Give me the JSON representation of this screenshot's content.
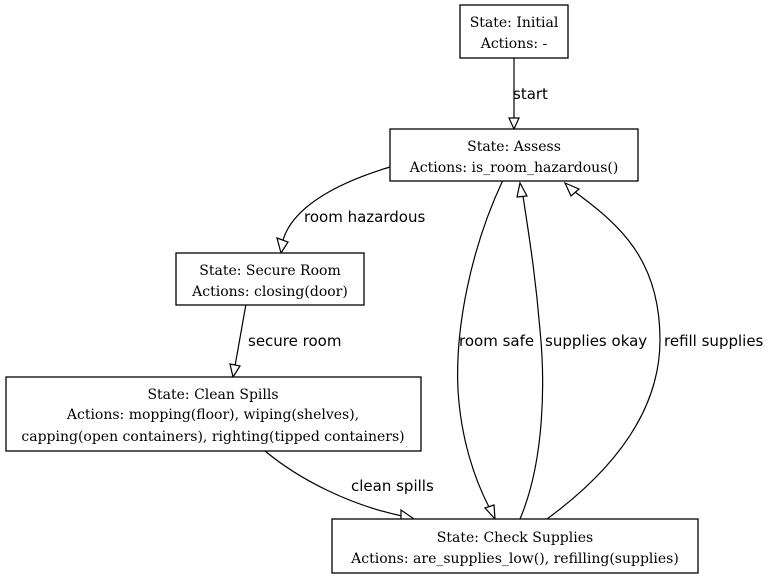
{
  "diagram": {
    "nodes": {
      "initial": {
        "line1": "State: Initial",
        "line2": "Actions: -"
      },
      "assess": {
        "line1": "State: Assess",
        "line2": "Actions: is_room_hazardous()"
      },
      "secure_room": {
        "line1": "State: Secure Room",
        "line2": "Actions: closing(door)"
      },
      "clean_spills": {
        "line1": "State: Clean Spills",
        "line2": "Actions: mopping(floor), wiping(shelves),",
        "line3": "capping(open containers), righting(tipped containers)"
      },
      "check_supplies": {
        "line1": "State: Check Supplies",
        "line2": "Actions: are_supplies_low(), refilling(supplies)"
      }
    },
    "edges": {
      "start": "start",
      "room_hazardous": "room hazardous",
      "secure_room": "secure room",
      "clean_spills": "clean spills",
      "room_safe": "room safe",
      "supplies_okay": "supplies okay",
      "refill_supplies": "refill supplies"
    }
  }
}
